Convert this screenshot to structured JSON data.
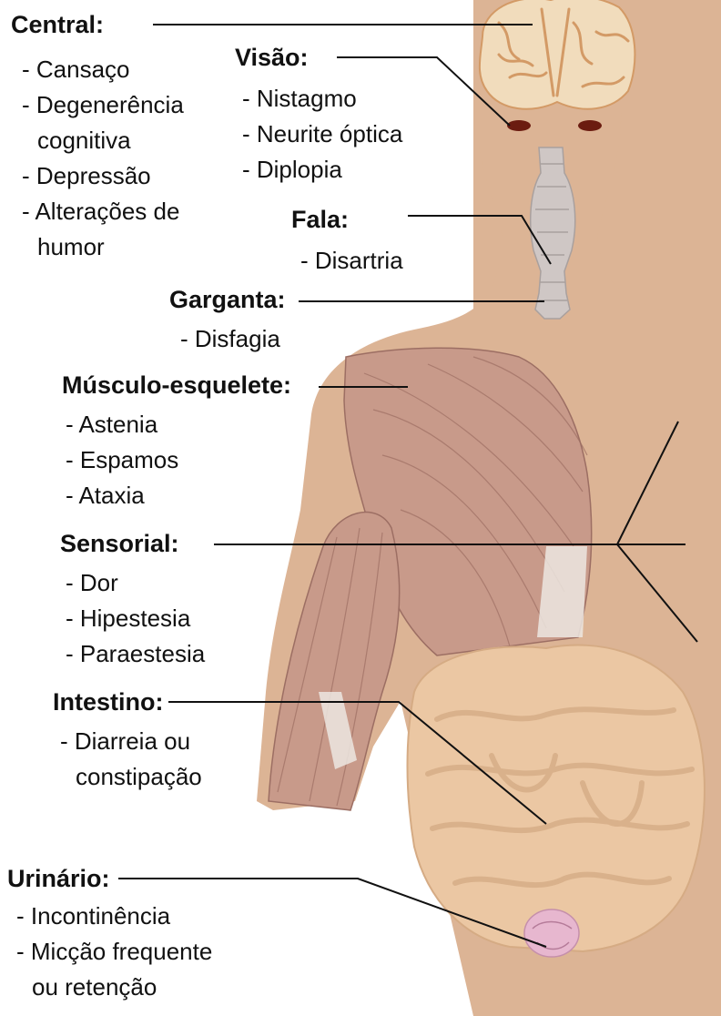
{
  "colors": {
    "skin": "#dcb495",
    "muscle": "#c89a8a",
    "muscle_dark": "#9c6e63",
    "intestine": "#ebc7a3",
    "intestine_shade": "#d5ab84",
    "brain": "#f1dcbc",
    "brain_folds": "#d39a66",
    "trachea": "#cfc7c5",
    "bladder": "#e7b7cf",
    "eye": "#6b1c10",
    "line": "#111111",
    "text": "#111111"
  },
  "sections": {
    "central": {
      "title": "Central:",
      "items": [
        "- Cansaço",
        "- Degenerência",
        "cognitiva",
        "- Depressão",
        "- Alterações de",
        "humor"
      ]
    },
    "visao": {
      "title": "Visão:",
      "items": [
        "- Nistagmo",
        "- Neurite óptica",
        "- Diplopia"
      ]
    },
    "fala": {
      "title": "Fala:",
      "items": [
        "- Disartria"
      ]
    },
    "garganta": {
      "title": "Garganta:",
      "items": [
        "- Disfagia"
      ]
    },
    "musculo": {
      "title": "Músculo-esquelete:",
      "items": [
        "- Astenia",
        "- Espamos",
        "- Ataxia"
      ]
    },
    "sensorial": {
      "title": "Sensorial:",
      "items": [
        "- Dor",
        "- Hipestesia",
        "- Paraestesia"
      ]
    },
    "intestino": {
      "title": "Intestino:",
      "items": [
        "- Diarreia ou",
        "constipação"
      ]
    },
    "urinario": {
      "title": "Urinário:",
      "items": [
        "- Incontinência",
        "- Micção frequente",
        "ou retenção"
      ]
    }
  }
}
